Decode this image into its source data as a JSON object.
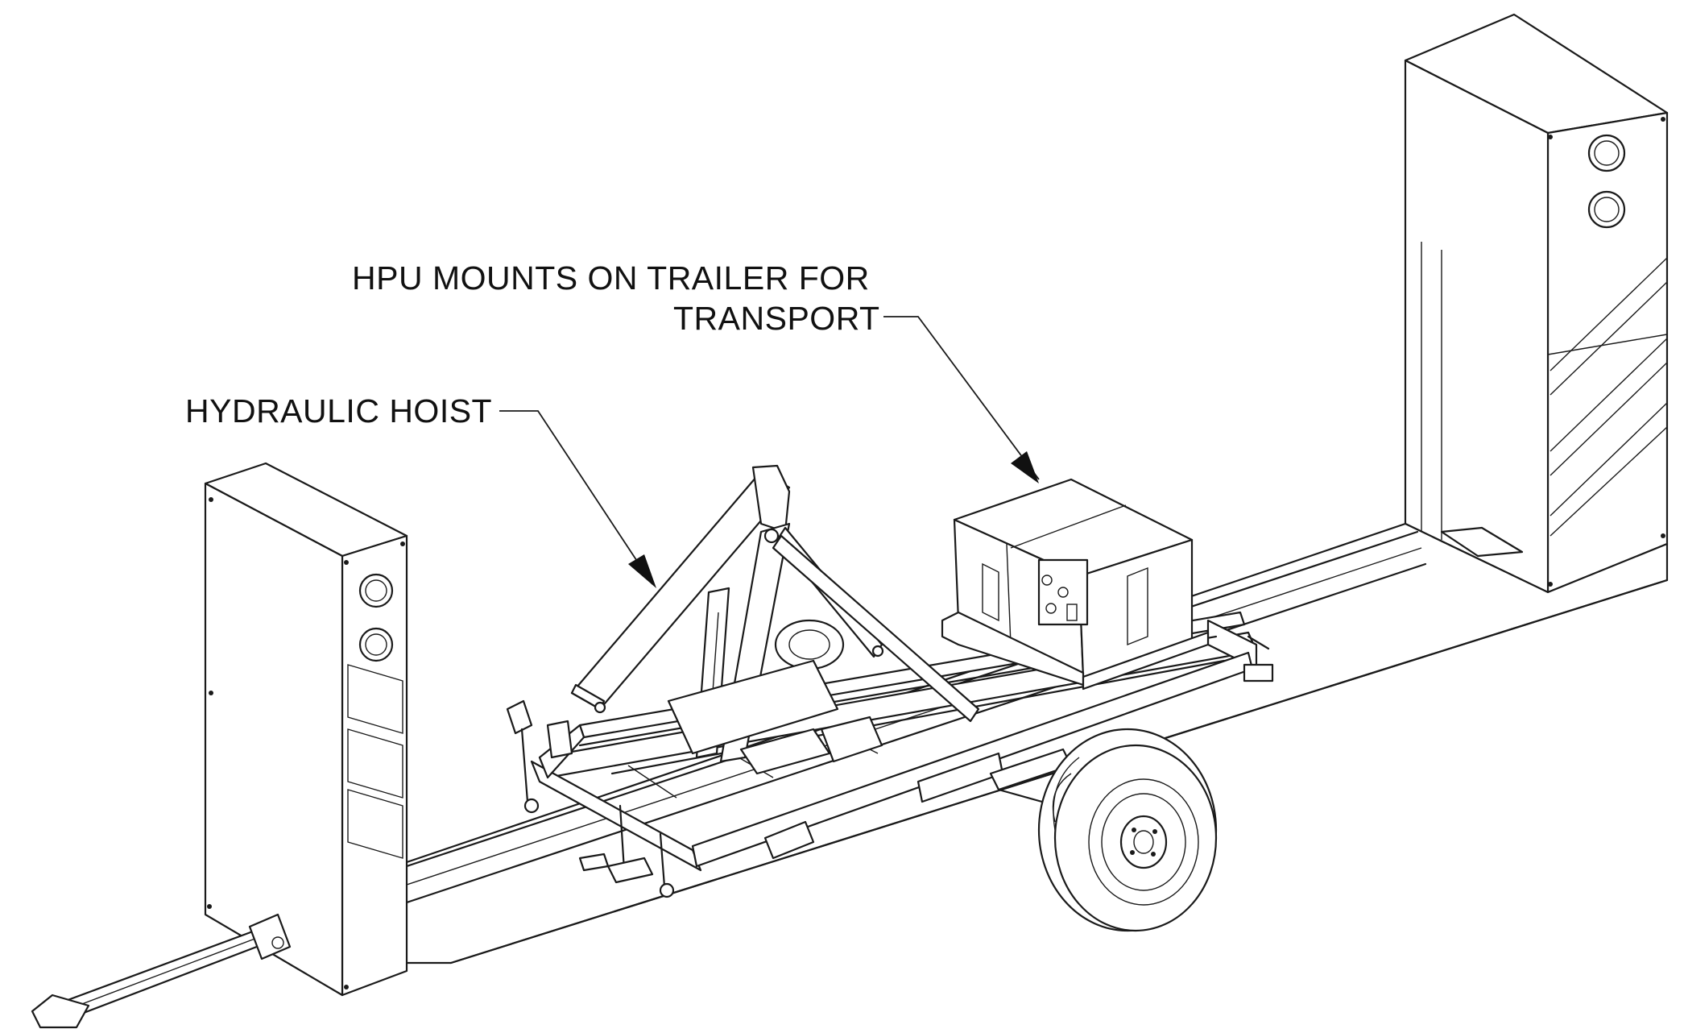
{
  "callouts": {
    "hpu_line1": "HPU MOUNTS ON TRAILER FOR",
    "hpu_line2": "TRANSPORT",
    "hoist": "HYDRAULIC HOIST"
  },
  "colors": {
    "line": "#1a1a1a",
    "background": "#ffffff"
  }
}
